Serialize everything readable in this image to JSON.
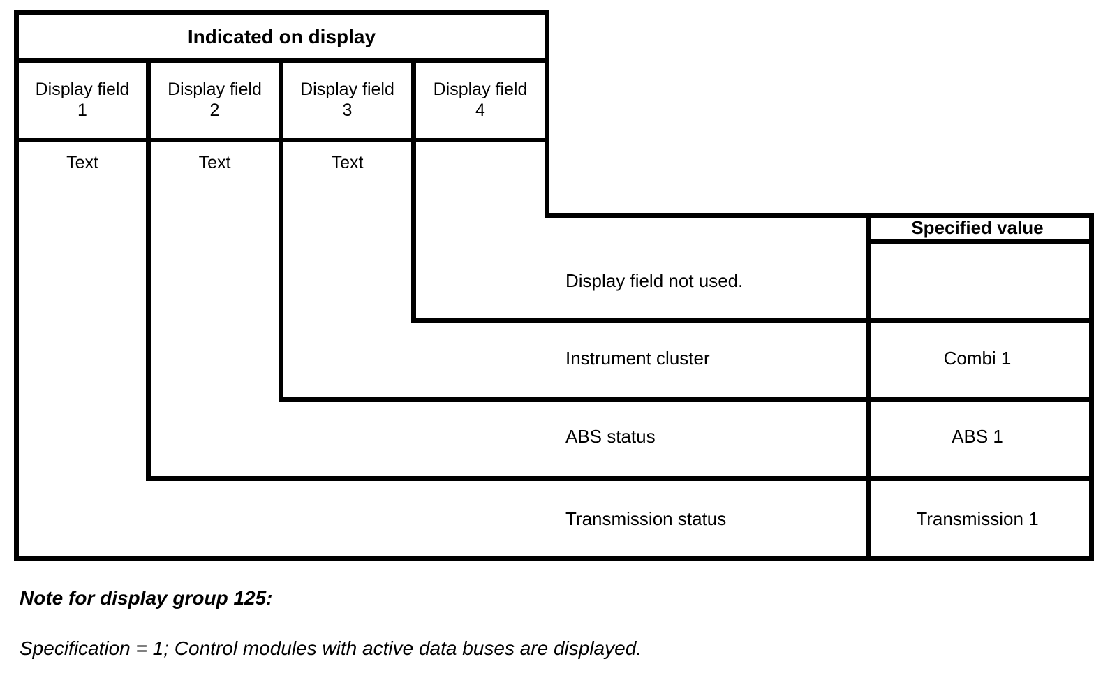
{
  "diagram": {
    "indicated_header": "Indicated on display",
    "display_fields": [
      {
        "label": "Display field",
        "number": "1",
        "content": "Text"
      },
      {
        "label": "Display field",
        "number": "2",
        "content": "Text"
      },
      {
        "label": "Display field",
        "number": "3",
        "content": "Text"
      },
      {
        "label": "Display field",
        "number": "4",
        "content": ""
      }
    ],
    "specified_value_header": "Specified value",
    "rows": [
      {
        "description": "Display field not used.",
        "specified_value": ""
      },
      {
        "description": "Instrument cluster",
        "specified_value": "Combi 1"
      },
      {
        "description": "ABS status",
        "specified_value": "ABS 1"
      },
      {
        "description": "Transmission status",
        "specified_value": "Transmission 1"
      }
    ],
    "note": {
      "title": "Note for display group 125:",
      "body": "Specification = 1; Control modules with active data buses are displayed."
    },
    "colors": {
      "line": "#000000",
      "background": "#ffffff",
      "text": "#000000"
    }
  }
}
